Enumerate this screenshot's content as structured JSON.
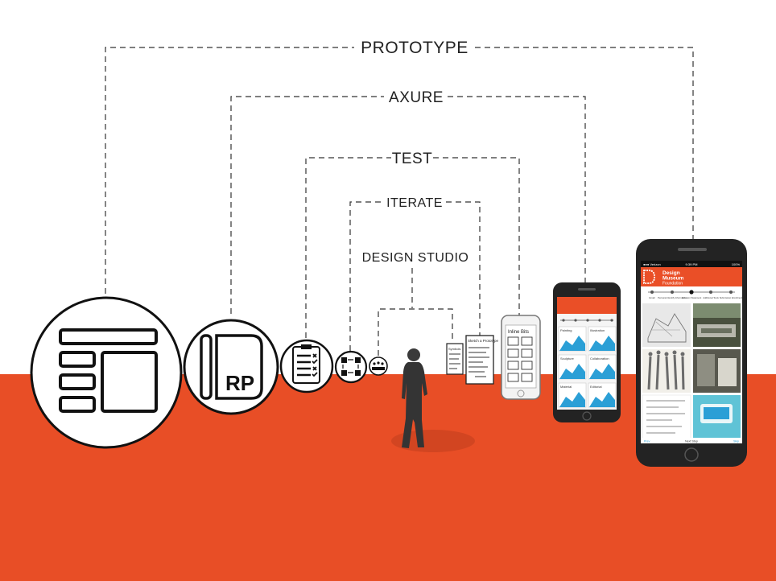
{
  "labels": {
    "prototype": "PROTOTYPE",
    "axure": "AXURE",
    "test": "TEST",
    "iterate": "ITERATE",
    "design_studio": "DESIGN STUDIO"
  },
  "icons": {
    "wireframe": "wireframe-layout-icon",
    "axure": "axure-rp-icon",
    "checklist": "checklist-icon",
    "flow": "process-flow-icon",
    "team": "team-icon"
  },
  "rp_text": "RP",
  "sketches": {
    "sketch_1_text": "Symbols",
    "sketch_2_text": "Sketch a Prototype",
    "paper_phone_title": "Inline Bits"
  },
  "medium_phone": {
    "cards": [
      "Painting",
      "Illustration",
      "Sculpture",
      "Collaboration",
      "Material",
      "Editorial"
    ]
  },
  "large_phone": {
    "status_left": "●●● Verizon",
    "status_time": "9:39 PM",
    "status_right": "100%",
    "brand_line1": "Design",
    "brand_line2": "Museum",
    "brand_line3": "Foundation",
    "steps": [
      "Email",
      "Personal Identify Information",
      "Inclusion Statement",
      "Additional Tools",
      "Submission Enrollment"
    ],
    "footer_left": "Prev",
    "footer_center": "Next Step",
    "footer_right": "Skip"
  },
  "colors": {
    "floor": "#e84e26",
    "accent": "#ea4f27",
    "phone_body": "#232323",
    "tile_blue": "#2b9fd6"
  }
}
